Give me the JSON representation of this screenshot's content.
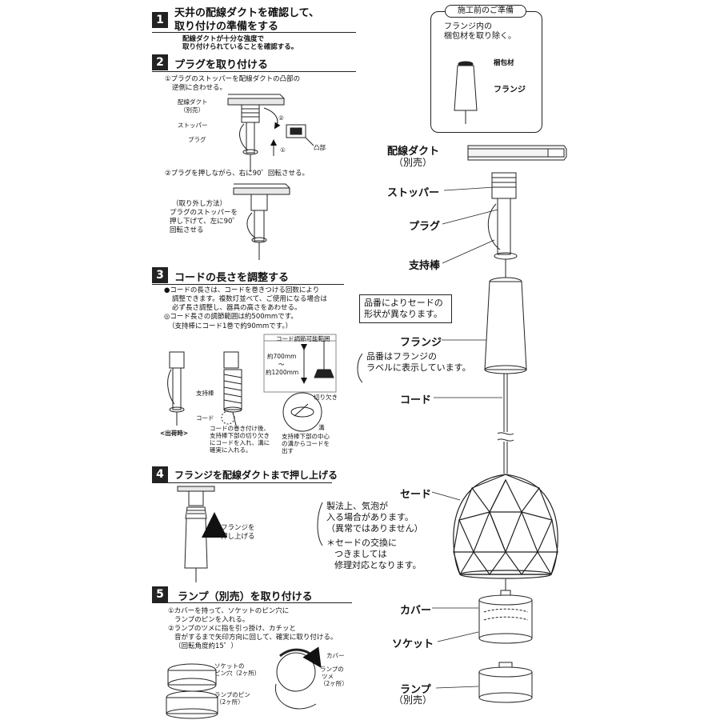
{
  "step1": {
    "num": "1",
    "title_line1": "天井の配線ダクトを確認して、",
    "title_line2": "取り付けの準備をする",
    "desc_line1": "配線ダクトが十分な強度で",
    "desc_line2": "取り付けられていることを確認する。"
  },
  "step2": {
    "num": "2",
    "title": "プラグを取り付ける",
    "inst1_line1": "①プラグのストッパーを配線ダクトの凸部の",
    "inst1_line2": "逆側に合わせる。",
    "label_duct": "配線ダクト",
    "label_duct_sub": "（別売）",
    "label_stopper": "ストッパー",
    "label_plug": "プラグ",
    "label_convex": "凸部",
    "mark1": "①",
    "mark2": "②",
    "inst2": "②プラグを押しながら、右に90゜回転させる。",
    "removal_line1": "（取り外し方法）",
    "removal_line2": "プラグのストッパーを",
    "removal_line3": "押し下げて、左に90゜",
    "removal_line4": "回転させる"
  },
  "step3": {
    "num": "3",
    "title": "コードの長さを調整する",
    "b1_line1": "●コードの長さは、コードを巻きつける回数により",
    "b1_line2": "調整できます。複数灯並べて、ご使用になる場合は",
    "b1_line3": "必ず長さ調整し、器具の高さをあわせる。",
    "b2_line1": "◎コード長さの調節範囲は約500mmです。",
    "b2_line2": "（支持棒にコード1巻で約90mmです。）",
    "range_title": "コード調節可能範囲",
    "range_min": "約700mm",
    "range_sep": "〜",
    "range_max": "約1200mm",
    "label_rod": "支持棒",
    "label_cord": "コード",
    "label_shipping": "<出荷時>",
    "wind_line1": "コードの巻き付け後、",
    "wind_line2": "支持棒下部の切り欠き",
    "wind_line3": "にコードを入れ、溝に",
    "wind_line4": "確実に入れる。",
    "label_notch": "切り欠き",
    "label_groove": "溝",
    "groove_line1": "支持棒下部の中心",
    "groove_line2": "の溝からコードを",
    "groove_line3": "出す"
  },
  "step4": {
    "num": "4",
    "title": "フランジを配線ダクトまで押し上げる",
    "push_line1": "フランジを",
    "push_line2": "押し上げる"
  },
  "step5": {
    "num": "5",
    "title": "ランプ（別売）を取り付ける",
    "inst1_line1": "①カバーを持って、ソケットのピン穴に",
    "inst1_line2": "ランプのピンを入れる。",
    "inst2_line1": "②ランプのツメに指を引っ掛け、カチッと",
    "inst2_line2": "音がするまで矢印方向に回して、確実に取り付ける。",
    "inst2_line3": "（回転角度約15゜）",
    "label_pinhole_line1": "ソケットの",
    "label_pinhole_line2": "ピン穴（2ヶ所）",
    "label_pin_line1": "ランプのピン",
    "label_pin_line2": "（2ヶ所）",
    "label_cover": "カバー",
    "label_claw_line1": "ランプの",
    "label_claw_line2": "ツメ",
    "label_claw_line3": "（2ヶ所）"
  },
  "prep": {
    "title": "施工前のご準備",
    "text_line1": "フランジ内の",
    "text_line2": "梱包材を取り除く。",
    "label_packing": "梱包材",
    "label_flange": "フランジ"
  },
  "right": {
    "duct": "配線ダクト",
    "duct_sub": "（別売）",
    "stopper": "ストッパー",
    "plug": "プラグ",
    "rod": "支持棒",
    "flange": "フランジ",
    "cord": "コード",
    "shade": "セード",
    "cover": "カバー",
    "socket": "ソケット",
    "lamp": "ランプ",
    "lamp_sub": "（別売）",
    "note_shape_line1": "品番によりセードの",
    "note_shape_line2": "形状が異なります。",
    "note_label_line1": "品番はフランジの",
    "note_label_line2": "ラベルに表示しています。",
    "note_bubble_line1": "製法上、気泡が",
    "note_bubble_line2": "入る場合があります。",
    "note_bubble_line3": "（異常ではありません）",
    "note_repair_line1": "＊セードの交換に",
    "note_repair_line2": "つきましては",
    "note_repair_line3": "修理対応となります。"
  }
}
